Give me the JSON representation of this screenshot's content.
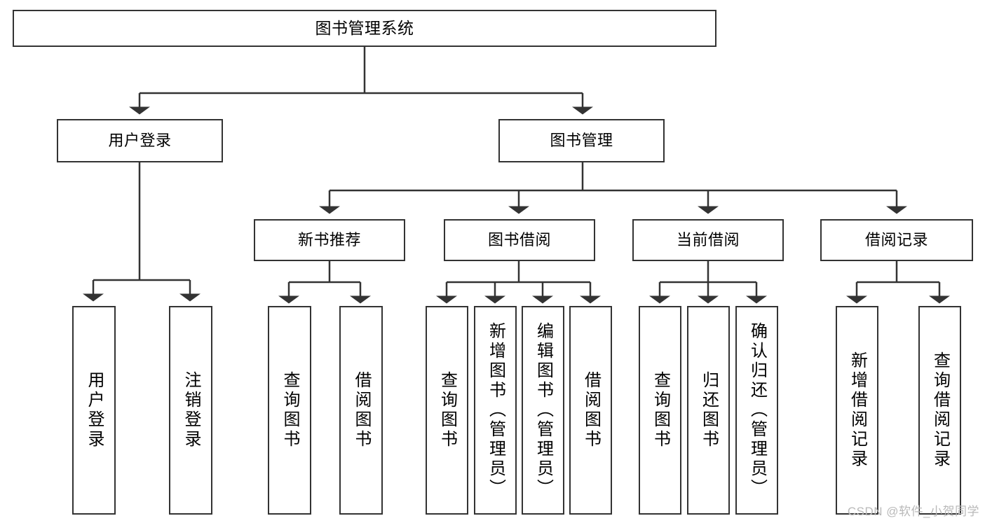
{
  "diagram": {
    "type": "tree",
    "title": "图书管理系统",
    "watermark": "CSDN @软件_小贺同学",
    "colors": {
      "stroke": "#333333",
      "fill": "#ffffff",
      "text": "#000000",
      "watermark": "#b9b9b9"
    },
    "nodes": {
      "root": {
        "label": "图书管理系统"
      },
      "level2": [
        {
          "id": "user-login",
          "label": "用户登录"
        },
        {
          "id": "book-manage",
          "label": "图书管理"
        }
      ],
      "level3": [
        {
          "id": "new-book-recommend",
          "label": "新书推荐"
        },
        {
          "id": "book-borrow",
          "label": "图书借阅"
        },
        {
          "id": "current-borrow",
          "label": "当前借阅"
        },
        {
          "id": "borrow-record",
          "label": "借阅记录"
        }
      ],
      "leaves": {
        "user_login": [
          {
            "id": "leaf-user-login",
            "label": "用户登录"
          },
          {
            "id": "leaf-logout",
            "label": "注销登录"
          }
        ],
        "new_book_recommend": [
          {
            "id": "leaf-query-book-1",
            "label": "查询图书"
          },
          {
            "id": "leaf-borrow-book-1",
            "label": "借阅图书"
          }
        ],
        "book_borrow": [
          {
            "id": "leaf-query-book-2",
            "label": "查询图书"
          },
          {
            "id": "leaf-add-book",
            "label": "新增图书（管理员）"
          },
          {
            "id": "leaf-edit-book",
            "label": "编辑图书（管理员）"
          },
          {
            "id": "leaf-borrow-book-2",
            "label": "借阅图书"
          }
        ],
        "current_borrow": [
          {
            "id": "leaf-query-book-3",
            "label": "查询图书"
          },
          {
            "id": "leaf-return-book",
            "label": "归还图书"
          },
          {
            "id": "leaf-confirm-return",
            "label": "确认归还（管理员）"
          }
        ],
        "borrow_record": [
          {
            "id": "leaf-add-record",
            "label": "新增借阅记录"
          },
          {
            "id": "leaf-query-record",
            "label": "查询借阅记录"
          }
        ]
      }
    }
  }
}
